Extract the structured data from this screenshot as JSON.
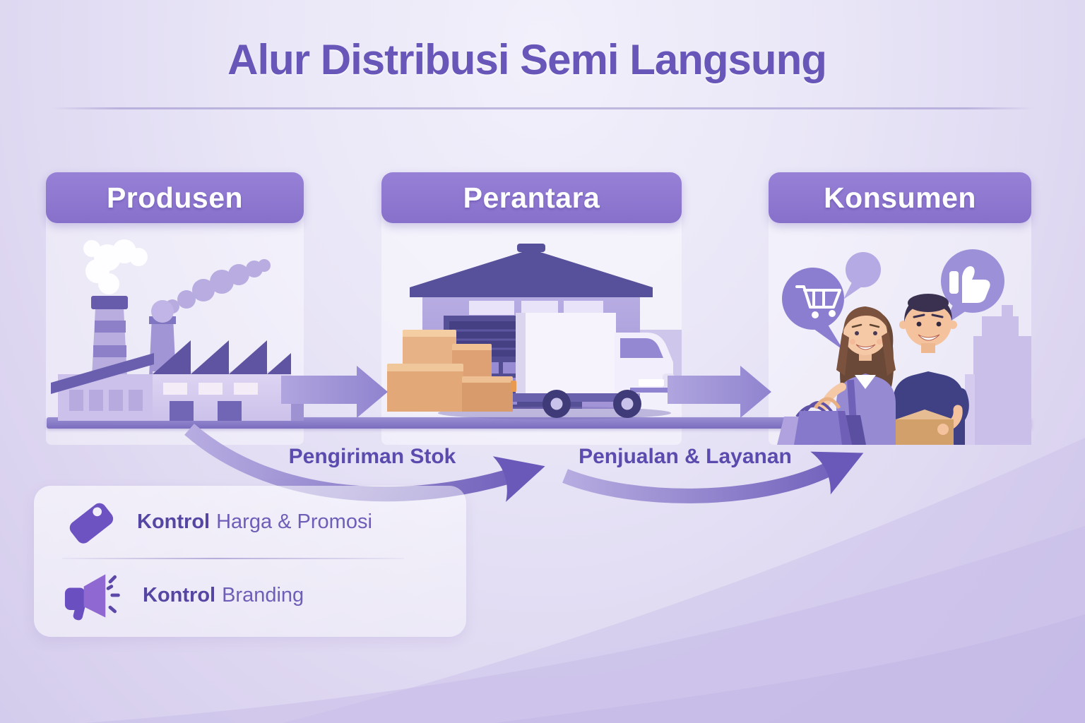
{
  "title": "Alur Distribusi Semi Langsung",
  "stages": [
    {
      "label": "Produsen",
      "illustration": "factory"
    },
    {
      "label": "Perantara",
      "illustration": "warehouse-and-truck"
    },
    {
      "label": "Konsumen",
      "illustration": "happy-customers"
    }
  ],
  "flows": [
    {
      "label": "Pengiriman Stok"
    },
    {
      "label": "Penjualan & Layanan"
    }
  ],
  "legend": [
    {
      "icon": "price-tag-icon",
      "label_bold": "Kontrol",
      "label_rest": "Harga & Promosi"
    },
    {
      "icon": "megaphone-icon",
      "label_bold": "Kontrol",
      "label_rest": "Branding"
    }
  ],
  "consumer_bubbles": [
    {
      "icon": "shopping-cart-icon"
    },
    {
      "icon": "chat-bubble-icon"
    },
    {
      "icon": "thumbs-up-icon"
    }
  ],
  "colors": {
    "title": "#6856b8",
    "stage_pill": "#8d77d0",
    "stage_pill_text": "#ffffff",
    "flow_label": "#5b4bae",
    "arrow": "#8577c8",
    "legend_text_bold": "#5646a4",
    "legend_text": "#6e5eb8",
    "background_top": "#f2f0fb",
    "background_bottom": "#d4ccec"
  }
}
